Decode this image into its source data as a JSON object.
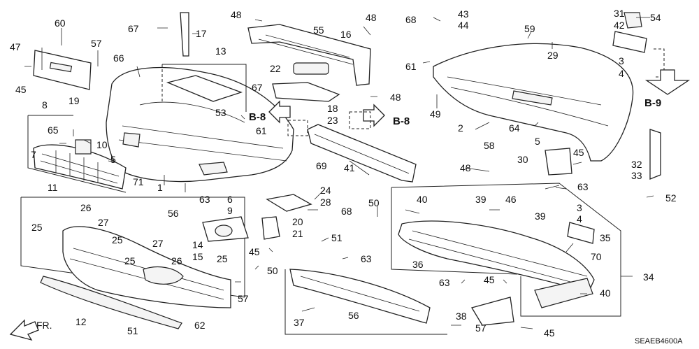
{
  "diagram": {
    "code": "SEAEB4600A",
    "front_label": "FR.",
    "refs": [
      "B-8",
      "B-8",
      "B-9"
    ],
    "callouts": [
      "1",
      "2",
      "3",
      "4",
      "5",
      "6",
      "7",
      "8",
      "9",
      "10",
      "11",
      "12",
      "13",
      "14",
      "15",
      "16",
      "17",
      "18",
      "19",
      "20",
      "21",
      "22",
      "23",
      "24",
      "25",
      "26",
      "27",
      "28",
      "29",
      "30",
      "31",
      "32",
      "33",
      "34",
      "35",
      "36",
      "37",
      "38",
      "39",
      "40",
      "41",
      "42",
      "43",
      "44",
      "45",
      "46",
      "47",
      "48",
      "49",
      "50",
      "51",
      "52",
      "53",
      "54",
      "55",
      "56",
      "57",
      "58",
      "59",
      "60",
      "61",
      "62",
      "63",
      "64",
      "65",
      "66",
      "67",
      "68",
      "69",
      "70",
      "71"
    ]
  }
}
